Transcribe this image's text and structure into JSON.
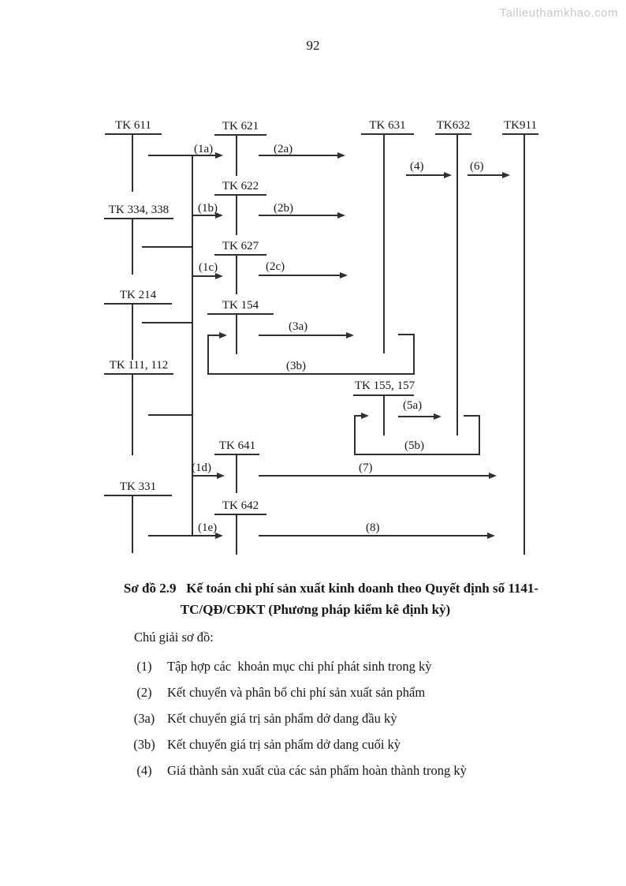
{
  "watermark": "Tailieuthamkhao.com",
  "page_number": "92",
  "colors": {
    "line": "#2f2f2f",
    "text": "#161616",
    "watermark": "#c9c9c9"
  },
  "diagram": {
    "accounts": [
      {
        "id": "tk611",
        "label": "TK 611"
      },
      {
        "id": "tk334-338",
        "label": "TK 334, 338"
      },
      {
        "id": "tk214",
        "label": "TK 214"
      },
      {
        "id": "tk111-112",
        "label": "TK 111, 112"
      },
      {
        "id": "tk331",
        "label": "TK 331"
      },
      {
        "id": "tk621",
        "label": "TK 621"
      },
      {
        "id": "tk622",
        "label": "TK 622"
      },
      {
        "id": "tk627",
        "label": "TK 627"
      },
      {
        "id": "tk154",
        "label": "TK 154"
      },
      {
        "id": "tk641",
        "label": "TK 641"
      },
      {
        "id": "tk642",
        "label": "TK 642"
      },
      {
        "id": "tk631",
        "label": "TK 631"
      },
      {
        "id": "tk632",
        "label": "TK632"
      },
      {
        "id": "tk911",
        "label": "TK911"
      },
      {
        "id": "tk155-157",
        "label": "TK 155, 157"
      }
    ],
    "flows": [
      {
        "id": "1a",
        "label": "(1a)"
      },
      {
        "id": "2a",
        "label": "(2a)"
      },
      {
        "id": "4",
        "label": "(4)"
      },
      {
        "id": "6",
        "label": "(6)"
      },
      {
        "id": "1b",
        "label": "(1b)"
      },
      {
        "id": "2b",
        "label": "(2b)"
      },
      {
        "id": "1c",
        "label": "(1c)"
      },
      {
        "id": "2c",
        "label": "(2c)"
      },
      {
        "id": "3a",
        "label": "(3a)"
      },
      {
        "id": "3b",
        "label": "(3b)"
      },
      {
        "id": "5a",
        "label": "(5a)"
      },
      {
        "id": "5b",
        "label": "(5b)"
      },
      {
        "id": "1d",
        "label": "(1d)"
      },
      {
        "id": "7",
        "label": "(7)"
      },
      {
        "id": "1e",
        "label": "(1e)"
      },
      {
        "id": "8",
        "label": "(8)"
      }
    ]
  },
  "caption": {
    "line1": "Sơ đồ 2.9   Kế toán chi phí sản xuất kinh doanh theo Quyết định số 1141-",
    "line2": "TC/QĐ/CĐKT (Phương pháp kiểm kê định kỳ)"
  },
  "legend": {
    "title": "Chú giải sơ đồ:",
    "items": [
      {
        "key": "(1)",
        "text": "Tập hợp các  khoản mục chi phí phát sinh trong kỳ"
      },
      {
        "key": "(2)",
        "text": "Kết chuyển và phân bổ chi phí sản xuất sản phẩm"
      },
      {
        "key": "(3a)",
        "text": "Kết chuyển giá trị sản phẩm dở dang đầu kỳ"
      },
      {
        "key": "(3b)",
        "text": "Kết chuyển giá trị sản phẩm dở dang cuối kỳ"
      },
      {
        "key": "(4)",
        "text": "Giá thành sản xuất của các sản phẩm hoàn thành trong kỳ"
      }
    ]
  }
}
